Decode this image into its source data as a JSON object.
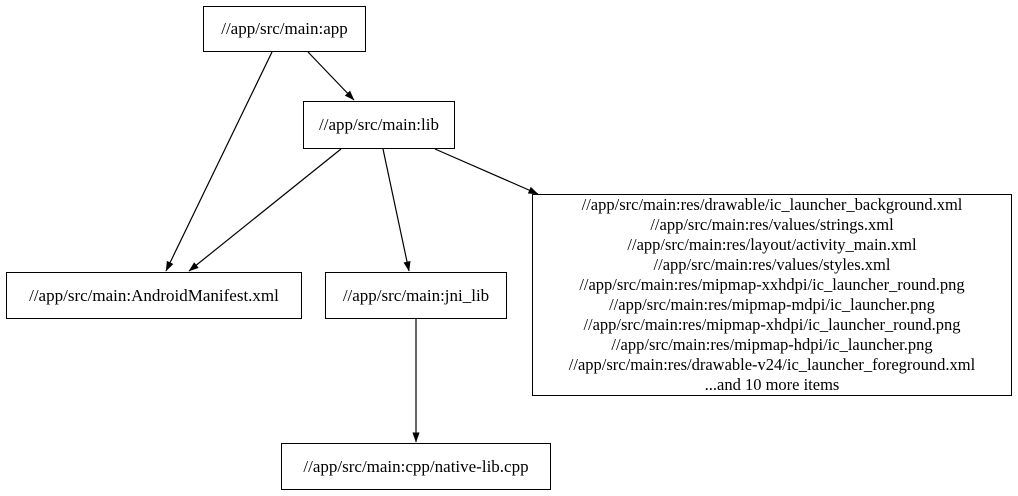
{
  "diagram": {
    "type": "dependency-graph",
    "background_color": "#ffffff",
    "node_border_color": "#000000",
    "node_fill_color": "#ffffff",
    "edge_color": "#000000",
    "text_color": "#000000",
    "nodes": {
      "app": {
        "label": "//app/src/main:app"
      },
      "lib": {
        "label": "//app/src/main:lib"
      },
      "manifest": {
        "label": "//app/src/main:AndroidManifest.xml"
      },
      "jni_lib": {
        "label": "//app/src/main:jni_lib"
      },
      "res_group": {
        "lines": [
          "//app/src/main:res/drawable/ic_launcher_background.xml",
          "//app/src/main:res/values/strings.xml",
          "//app/src/main:res/layout/activity_main.xml",
          "//app/src/main:res/values/styles.xml",
          "//app/src/main:res/mipmap-xxhdpi/ic_launcher_round.png",
          "//app/src/main:res/mipmap-mdpi/ic_launcher.png",
          "//app/src/main:res/mipmap-xhdpi/ic_launcher_round.png",
          "//app/src/main:res/mipmap-hdpi/ic_launcher.png",
          "//app/src/main:res/drawable-v24/ic_launcher_foreground.xml",
          "...and 10 more items"
        ]
      },
      "native_lib": {
        "label": "//app/src/main:cpp/native-lib.cpp"
      }
    },
    "edges": [
      {
        "from": "app",
        "to": "lib"
      },
      {
        "from": "app",
        "to": "manifest"
      },
      {
        "from": "lib",
        "to": "manifest"
      },
      {
        "from": "lib",
        "to": "jni_lib"
      },
      {
        "from": "lib",
        "to": "res_group"
      },
      {
        "from": "jni_lib",
        "to": "native_lib"
      }
    ]
  }
}
